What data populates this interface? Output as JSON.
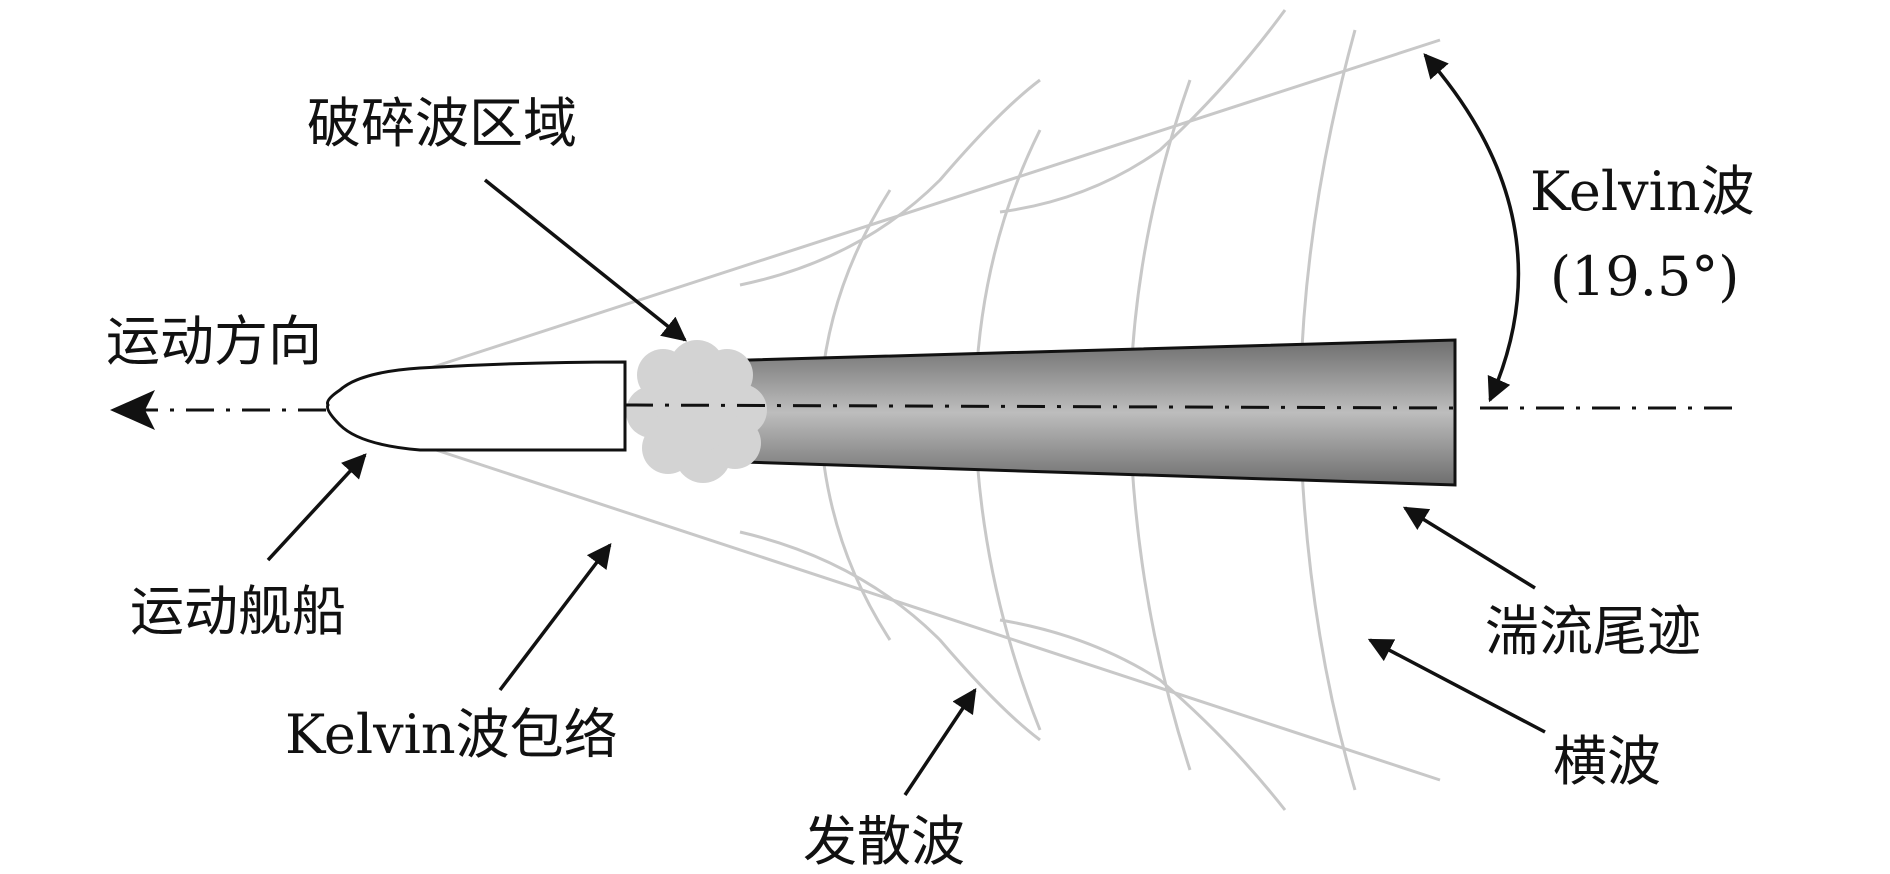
{
  "labels": {
    "breaking_wave_region": "破碎波区域",
    "motion_direction": "运动方向",
    "kelvin_wave": "Kelvin波",
    "kelvin_angle": "(19.5°)",
    "moving_ship": "运动舰船",
    "kelvin_envelope": "Kelvin波包络",
    "divergent_wave": "发散波",
    "turbulent_wake": "湍流尾迹",
    "transverse_wave": "横波"
  },
  "colors": {
    "wave_lines": "#c8c8c8",
    "wake_fill_top": "#6e6e6e",
    "wake_fill_mid": "#b8b8b8",
    "foam": "#d3d3d3",
    "ink": "#111111"
  },
  "kelvin_half_angle_deg": 19.5
}
